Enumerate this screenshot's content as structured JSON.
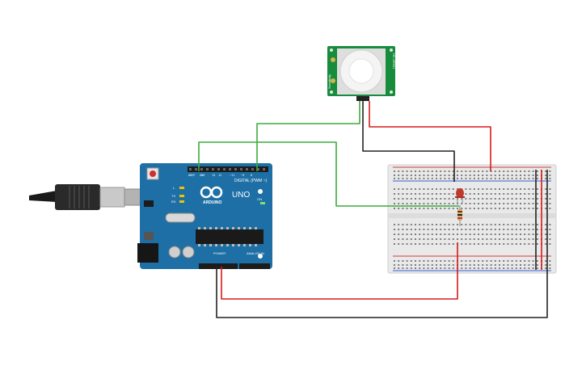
{
  "arduino": {
    "brand": "ARDUINO",
    "model": "UNO",
    "digital_label": "DIGITAL (PWM ~)",
    "power_label": "POWER",
    "analog_label": "ANALOG IN",
    "tx_label": "TX",
    "rx_label": "RX",
    "l_label": "L",
    "on_label": "ON"
  },
  "pir": {
    "side_label_right": "HC-SR501",
    "side_label_left": "Sensitivity"
  },
  "colors": {
    "arduino_board": "#1d6fa5",
    "pir_board": "#168c3c",
    "wire_green": "#3dac3d",
    "wire_red": "#d81c1c",
    "wire_black": "#222222",
    "led": "#c0392b",
    "breadboard": "#e9e9e9"
  },
  "components": [
    "arduino-uno",
    "usb-cable",
    "pir-sensor",
    "breadboard",
    "led",
    "resistor"
  ]
}
